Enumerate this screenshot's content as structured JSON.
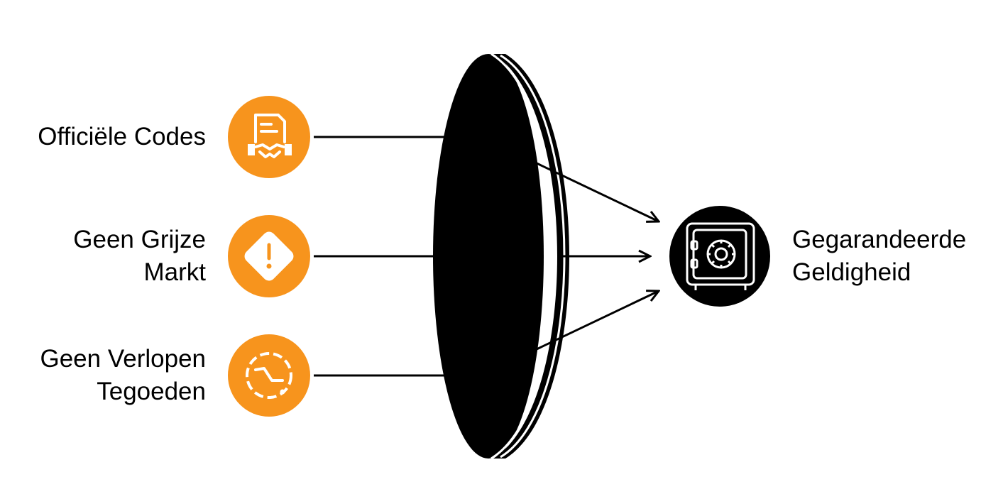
{
  "diagram": {
    "inputs": [
      {
        "lines": [
          "Officiële Codes"
        ],
        "icon": "contract-handshake-icon"
      },
      {
        "lines": [
          "Geen Grijze",
          "Markt"
        ],
        "icon": "warning-diamond-icon"
      },
      {
        "lines": [
          "Geen Verlopen",
          "Tegoeden"
        ],
        "icon": "expiry-clock-icon"
      }
    ],
    "output": {
      "lines": [
        "Gegarandeerde",
        "Geldigheid"
      ],
      "icon": "safe-vault-icon"
    },
    "lens": {
      "icon": "lens-icon"
    }
  },
  "colors": {
    "accent": "#F7941D",
    "ink": "#000000",
    "icon_stroke": "#FFFFFF"
  }
}
